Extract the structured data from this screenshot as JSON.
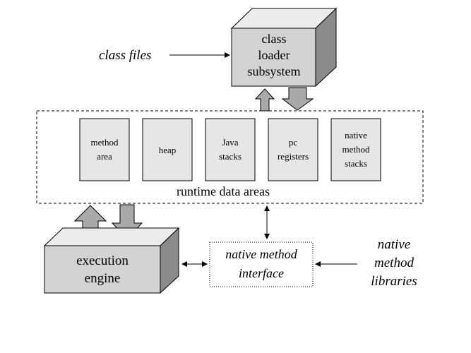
{
  "class_loader": {
    "line1": "class",
    "line2": "loader",
    "line3": "subsystem"
  },
  "class_files_label": "class files",
  "runtime": {
    "label": "runtime data areas",
    "areas": [
      {
        "lines": [
          "method",
          "area"
        ]
      },
      {
        "lines": [
          "heap"
        ]
      },
      {
        "lines": [
          "Java",
          "stacks"
        ]
      },
      {
        "lines": [
          "pc",
          "registers"
        ]
      },
      {
        "lines": [
          "native",
          "method",
          "stacks"
        ]
      }
    ]
  },
  "execution_engine": {
    "line1": "execution",
    "line2": "engine"
  },
  "native_interface": {
    "line1": "native method",
    "line2": "interface"
  },
  "native_libraries": {
    "line1": "native",
    "line2": "method",
    "line3": "libraries"
  },
  "colors": {
    "box_front": "#d3d3d3",
    "box_top": "#ececec",
    "box_side": "#8a8a8a",
    "arrow_fill": "#a9a9a9",
    "small_box": "#e6e6e6"
  }
}
